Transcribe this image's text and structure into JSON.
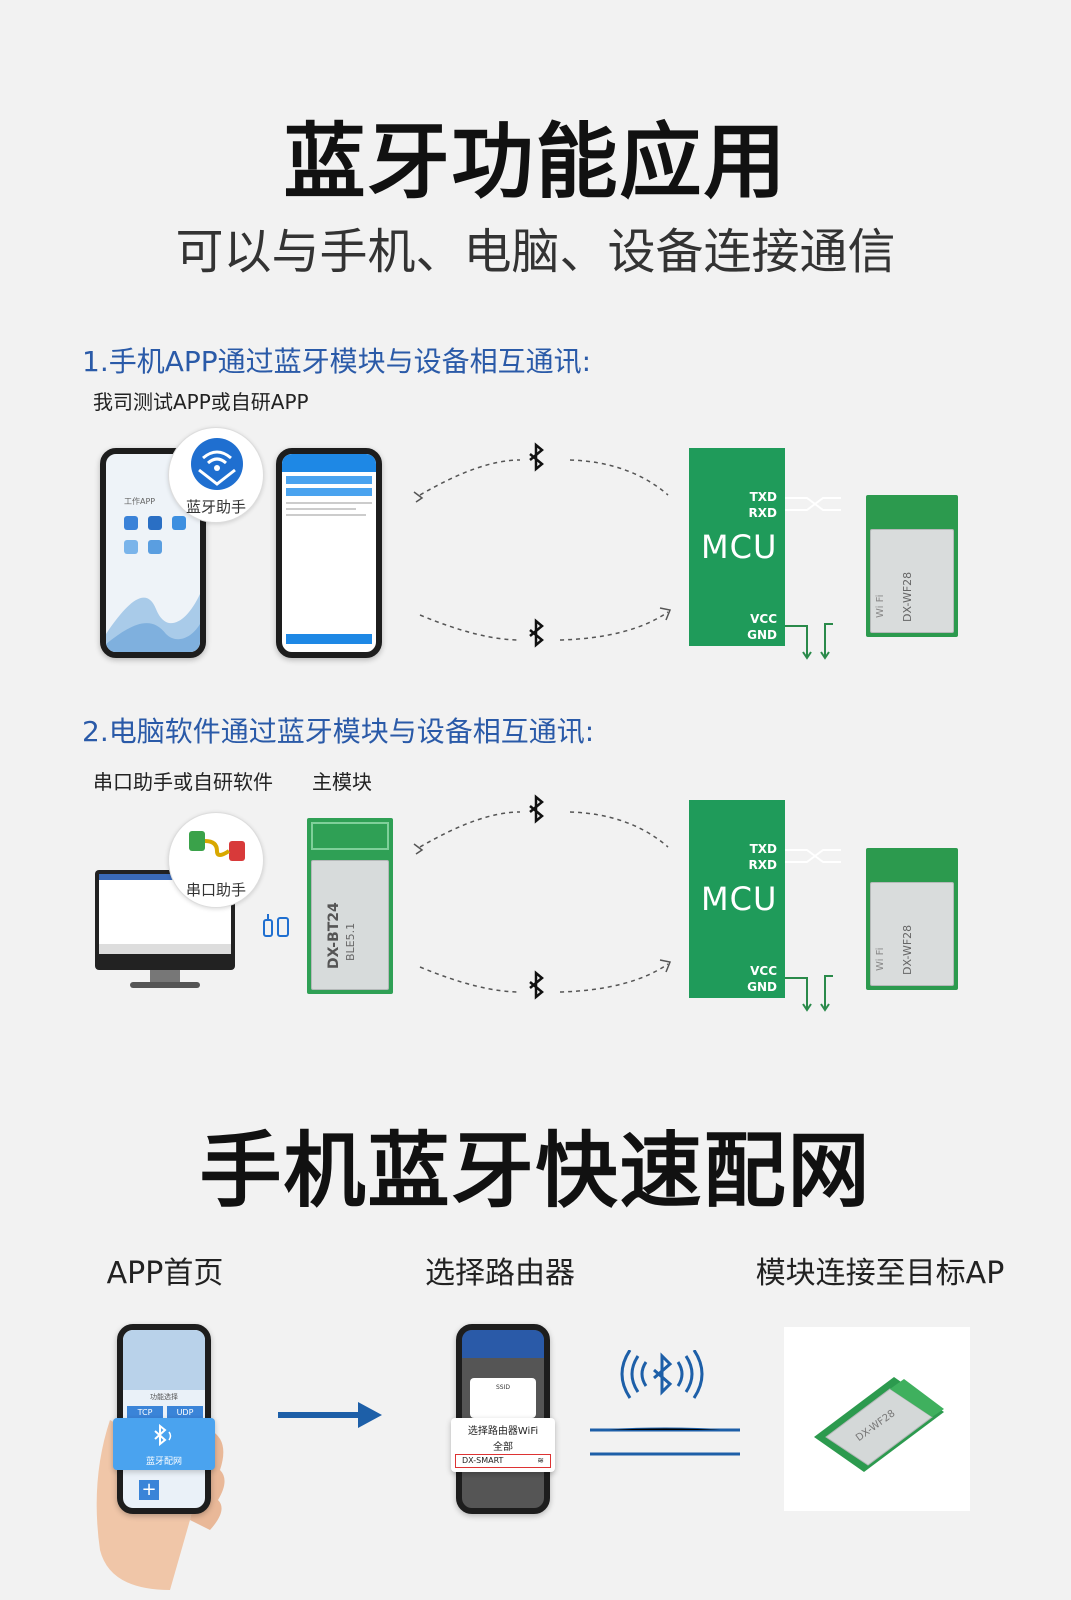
{
  "header": {
    "title": "蓝牙功能应用",
    "subtitle": "可以与手机、电脑、设备连接通信"
  },
  "section1": {
    "title": "1.手机APP通过蓝牙模块与设备相互通讯:",
    "caption": "我司测试APP或自研APP",
    "app_bubble_label": "蓝牙助手",
    "phone_screen_label": "工作APP"
  },
  "section2": {
    "title": "2.电脑软件通过蓝牙模块与设备相互通讯:",
    "caption_left": "串口助手或自研软件",
    "caption_right": "主模块",
    "app_bubble_label": "串口助手",
    "master_module_text": "DX-BT24",
    "master_module_sub": "BLE5.1"
  },
  "mcu": {
    "label": "MCU",
    "pin_tx": "TXD",
    "pin_rx": "RXD",
    "pin_vcc": "VCC",
    "pin_gnd": "GND"
  },
  "wifi_module": {
    "model": "DX-WF28",
    "badge": "Wi Fi"
  },
  "provisioning": {
    "title": "手机蓝牙快速配网",
    "step1_label": "APP首页",
    "step2_label": "选择路由器",
    "step3_label": "模块连接至目标AP",
    "phone1": {
      "tcp": "TCP",
      "udp": "UDP",
      "ble_provision": "蓝牙配网",
      "func": "功能选择"
    },
    "phone2": {
      "header": "选择路由器WiFi",
      "all": "全部",
      "ssid": "DX-SMART"
    }
  },
  "colors": {
    "accent_blue": "#2a5aa8",
    "mcu_green": "#1f9b5a",
    "module_green": "#2c9a4e",
    "arrow_blue": "#1d5fa8"
  }
}
